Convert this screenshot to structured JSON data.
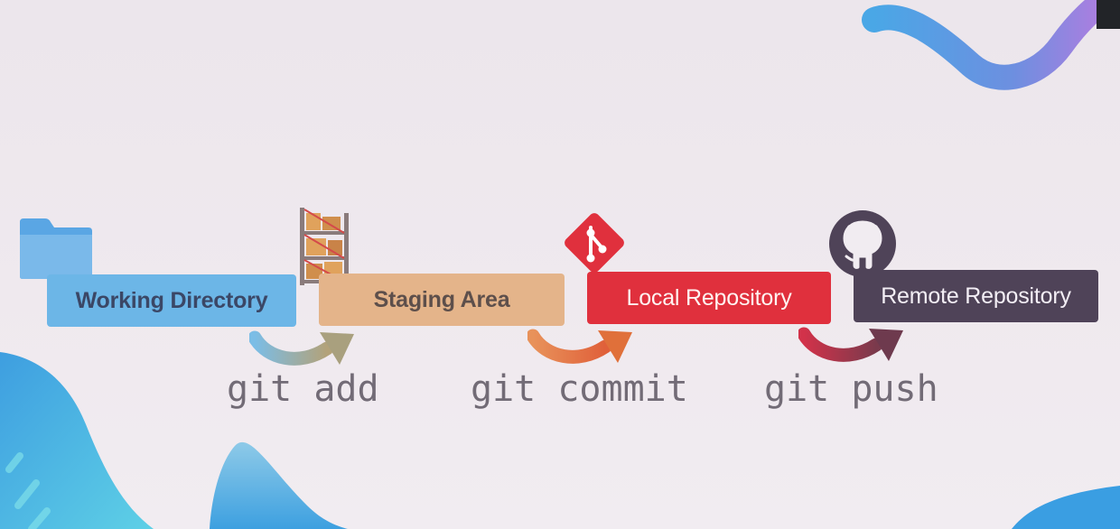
{
  "stages": [
    {
      "label": "Working Directory",
      "icon": "folder-icon",
      "color": "#6cb6e7"
    },
    {
      "label": "Staging Area",
      "icon": "shelves-boxes-icon",
      "color": "#e4b48a"
    },
    {
      "label": "Local Repository",
      "icon": "git-logo-icon",
      "color": "#e0303d"
    },
    {
      "label": "Remote Repository",
      "icon": "github-octocat-icon",
      "color": "#4f4358"
    }
  ],
  "commands": [
    {
      "label": "git add",
      "arrow_color": "#a9a07e"
    },
    {
      "label": "git commit",
      "arrow_color": "#e0703a"
    },
    {
      "label": "git push",
      "arrow_color": "#8a3a4e"
    }
  ]
}
